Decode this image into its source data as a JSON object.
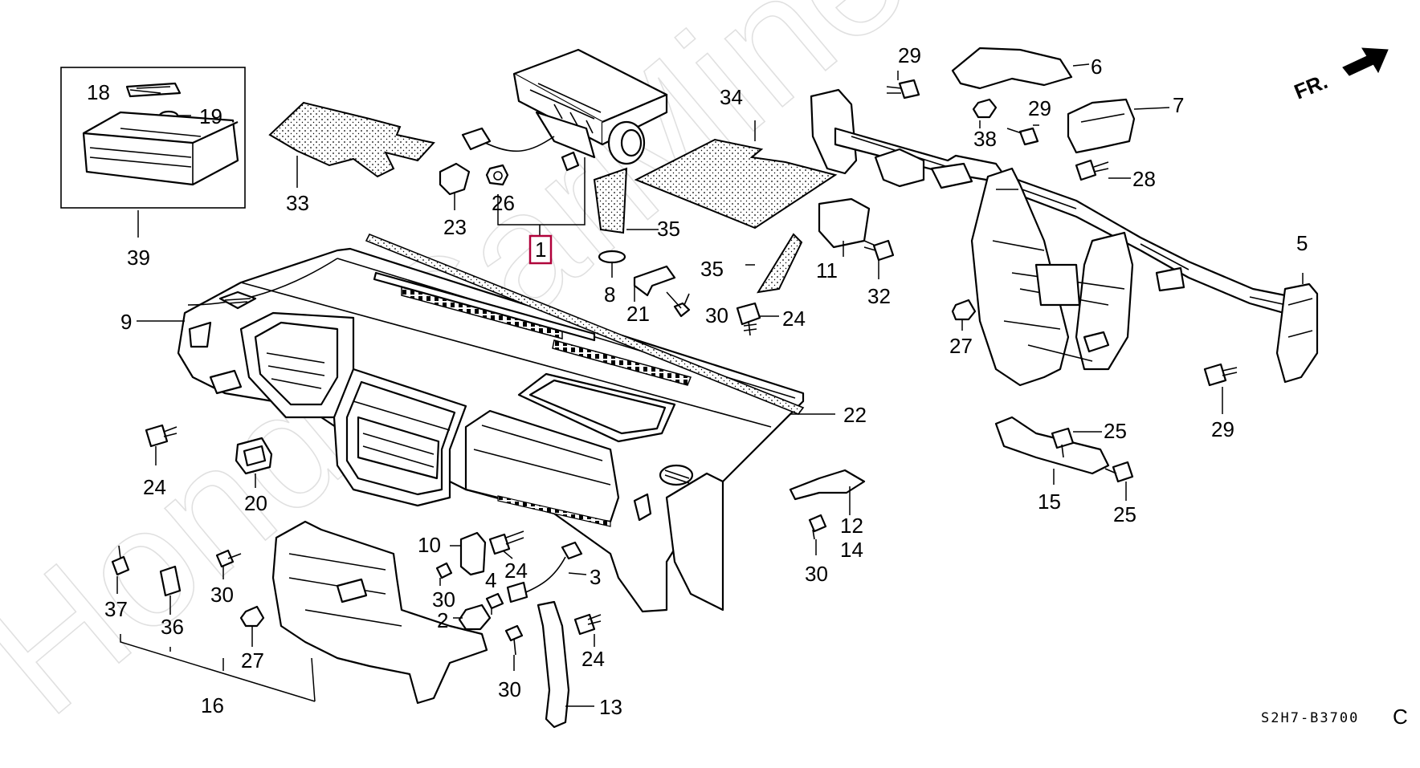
{
  "diagram_code": "S2H7-B3700",
  "diagram_suffix": "C",
  "direction_indicator": "FR.",
  "watermark": "HondaCarMine.ru",
  "highlight_color": "#b0003a",
  "labels": {
    "p1": "1",
    "p2": "2",
    "p3": "3",
    "p4": "4",
    "p5": "5",
    "p6": "6",
    "p7": "7",
    "p8": "8",
    "p9": "9",
    "p10": "10",
    "p11": "11",
    "p12": "12",
    "p13": "13",
    "p14": "14",
    "p15": "15",
    "p16": "16",
    "p18": "18",
    "p19": "19",
    "p20": "20",
    "p21": "21",
    "p22": "22",
    "p23": "23",
    "p24a": "24",
    "p24b": "24",
    "p24c": "24",
    "p24d": "24",
    "p25a": "25",
    "p25b": "25",
    "p26": "26",
    "p27a": "27",
    "p27b": "27",
    "p28": "28",
    "p29a": "29",
    "p29b": "29",
    "p29c": "29",
    "p30a": "30",
    "p30b": "30",
    "p30c": "30",
    "p30d": "30",
    "p30e": "30",
    "p32": "32",
    "p33": "33",
    "p34": "34",
    "p35a": "35",
    "p35b": "35",
    "p36": "36",
    "p37": "37",
    "p38": "38",
    "p39": "39"
  }
}
